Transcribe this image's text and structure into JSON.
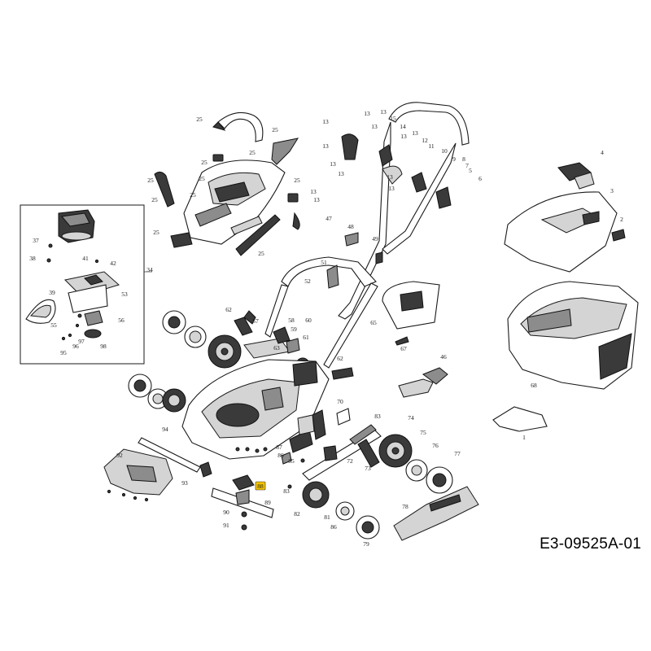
{
  "document_code": "E3-09525A-01",
  "highlight_color": "#f2c200",
  "highlighted_part": "88",
  "part_numbers": [
    "1",
    "2",
    "3",
    "4",
    "5",
    "6",
    "7",
    "8",
    "9",
    "10",
    "11",
    "12",
    "13",
    "14",
    "15",
    "25",
    "34",
    "37",
    "38",
    "39",
    "41",
    "42",
    "46",
    "47",
    "48",
    "49",
    "51",
    "52",
    "53",
    "55",
    "56",
    "57",
    "58",
    "59",
    "60",
    "61",
    "62",
    "63",
    "65",
    "67",
    "68",
    "70",
    "72",
    "73",
    "74",
    "75",
    "76",
    "77",
    "78",
    "79",
    "81",
    "82",
    "83",
    "85",
    "86",
    "87",
    "88",
    "89",
    "90",
    "91",
    "92",
    "93",
    "94",
    "95",
    "96",
    "97",
    "98"
  ]
}
